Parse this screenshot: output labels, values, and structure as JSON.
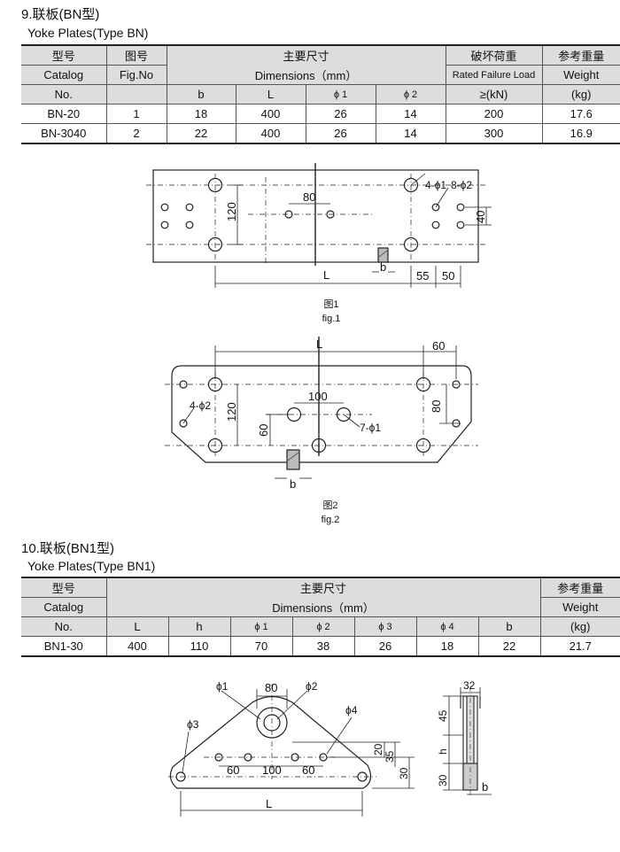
{
  "section9": {
    "title": "9.联板(BN型)",
    "subtitle": "Yoke Plates(Type BN)",
    "headers": {
      "model_cn": "型号",
      "model_en": "Catalog",
      "model_no": "No.",
      "fig_cn": "图号",
      "fig_en": "Fig.No",
      "dims_cn": "主要尺寸",
      "dims_en": "Dimensions（mm）",
      "load_cn": "破坏荷重",
      "load_en": "Rated Failure Load",
      "load_unit": "≥(kN)",
      "weight_cn": "参考重量",
      "weight_en": "Weight",
      "weight_unit": "(kg)",
      "sub": [
        "b",
        "L",
        "ϕ 1",
        "ϕ 2"
      ]
    },
    "rows": [
      {
        "model": "BN-20",
        "fig": "1",
        "b": "18",
        "L": "400",
        "p1": "26",
        "p2": "14",
        "load": "200",
        "weight": "17.6"
      },
      {
        "model": "BN-3040",
        "fig": "2",
        "b": "22",
        "L": "400",
        "p1": "26",
        "p2": "14",
        "load": "300",
        "weight": "16.9"
      }
    ]
  },
  "fig1": {
    "labels": {
      "d80": "80",
      "d120": "120",
      "d40": "40",
      "holes1": "4-ϕ1",
      "holes2": "8-ϕ2",
      "b": "b",
      "L": "L",
      "d55": "55",
      "d50": "50"
    },
    "caption_cn": "图1",
    "caption_en": "fig.1"
  },
  "fig2": {
    "labels": {
      "L": "L",
      "d60top": "60",
      "d100": "100",
      "holes2": "4-ϕ2",
      "d120": "120",
      "d60": "60",
      "d80": "80",
      "holes1": "7-ϕ1",
      "b": "b"
    },
    "caption_cn": "图2",
    "caption_en": "fig.2"
  },
  "section10": {
    "title": "10.联板(BN1型)",
    "subtitle": "Yoke Plates(Type BN1)",
    "headers": {
      "model_cn": "型号",
      "model_en": "Catalog",
      "model_no": "No.",
      "dims_cn": "主要尺寸",
      "dims_en": "Dimensions（mm）",
      "weight_cn": "参考重量",
      "weight_en": "Weight",
      "weight_unit": "(kg)",
      "sub": [
        "L",
        "h",
        "ϕ 1",
        "ϕ 2",
        "ϕ 3",
        "ϕ 4",
        "b"
      ]
    },
    "rows": [
      {
        "model": "BN1-30",
        "L": "400",
        "h": "110",
        "p1": "70",
        "p2": "38",
        "p3": "26",
        "p4": "18",
        "b": "22",
        "weight": "21.7"
      }
    ]
  },
  "fig3": {
    "labels": {
      "p1": "ϕ1",
      "d80": "80",
      "p2": "ϕ2",
      "p3": "ϕ3",
      "p4": "ϕ4",
      "d20": "20",
      "d35": "35",
      "d30": "30",
      "d60a": "60",
      "d100": "100",
      "d60b": "60",
      "L": "L"
    }
  },
  "fig4": {
    "labels": {
      "d32": "32",
      "d45": "45",
      "h": "h",
      "d30": "30",
      "b": "b"
    }
  }
}
